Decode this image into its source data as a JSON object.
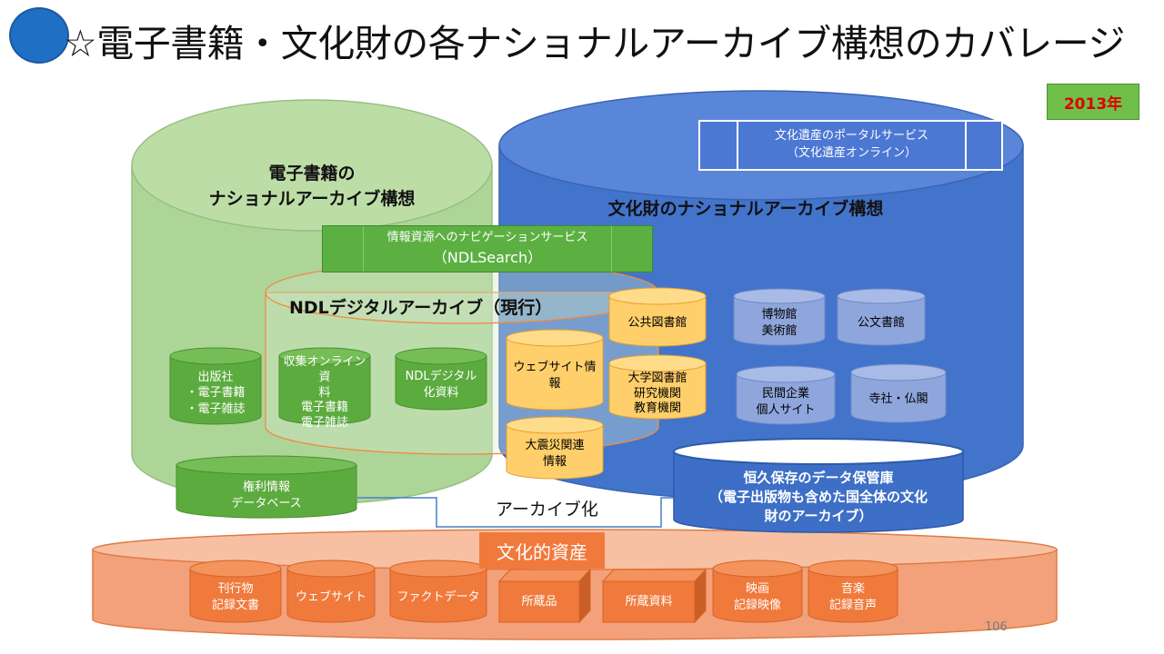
{
  "title": "☆電子書籍・文化財の各ナショナルアーカイブ構想のカバレージ",
  "year_badge": "2013年",
  "ebook_archive": {
    "line1": "電子書籍の",
    "line2": "ナショナルアーカイブ構想"
  },
  "cultural_archive": {
    "title": "文化財のナショナルアーカイブ構想"
  },
  "portal_service": {
    "line1": "文化遺産のポータルサービス",
    "line2": "（文化遺産オンライン）"
  },
  "navigation_service": {
    "line1": "情報資源へのナビゲーションサービス",
    "line2": "（NDLSearch）"
  },
  "ndl_digital": {
    "title": "NDLデジタルアーカイブ（現行）"
  },
  "green_cylinders": [
    {
      "lines": [
        "出版社",
        "・電子書籍",
        "・電子雑誌"
      ]
    },
    {
      "lines": [
        "収集オンライン資",
        "料",
        "電子書籍",
        "電子雑誌"
      ]
    },
    {
      "lines": [
        "NDLデジタル",
        "化資料"
      ]
    }
  ],
  "rights_db": {
    "line1": "権利情報",
    "line2": "データベース"
  },
  "yellow_cylinders": [
    {
      "lines": [
        "公共図書館"
      ]
    },
    {
      "lines": [
        "ウェブサイト情",
        "報"
      ]
    },
    {
      "lines": [
        "大学図書館",
        "研究機関",
        "教育機関"
      ]
    },
    {
      "lines": [
        "大震災関連",
        "情報"
      ]
    }
  ],
  "blue_cylinders": [
    {
      "lines": [
        "博物館",
        "美術館"
      ]
    },
    {
      "lines": [
        "公文書館"
      ]
    },
    {
      "lines": [
        "民間企業",
        "個人サイト"
      ]
    },
    {
      "lines": [
        "寺社・仏閣"
      ]
    }
  ],
  "storage": {
    "line1": "恒久保存のデータ保管庫",
    "line2": "（電子出版物も含めた国全体の文化",
    "line3": "財のアーカイブ）"
  },
  "archive_label": "アーカイブ化",
  "heritage": {
    "title": "文化的資産",
    "items": [
      {
        "lines": [
          "刊行物",
          "記録文書"
        ]
      },
      {
        "lines": [
          "ウェブサイト"
        ]
      },
      {
        "lines": [
          "ファクトデータ"
        ]
      },
      {
        "lines": [
          "所蔵品"
        ]
      },
      {
        "lines": [
          "所蔵資料"
        ]
      },
      {
        "lines": [
          "映画",
          "記録映像"
        ]
      },
      {
        "lines": [
          "音楽",
          "記録音声"
        ]
      }
    ]
  },
  "page_number": "106",
  "colors": {
    "green_large": "#9fcf86",
    "green_small": "#5cab3e",
    "blue_large": "#3f6fc8",
    "blue_small": "#8fa6dc",
    "yellow": "#ffcf6b",
    "orange": "#f07a3c",
    "heritage_band": "#f6b08e",
    "year_text": "#e00000"
  }
}
